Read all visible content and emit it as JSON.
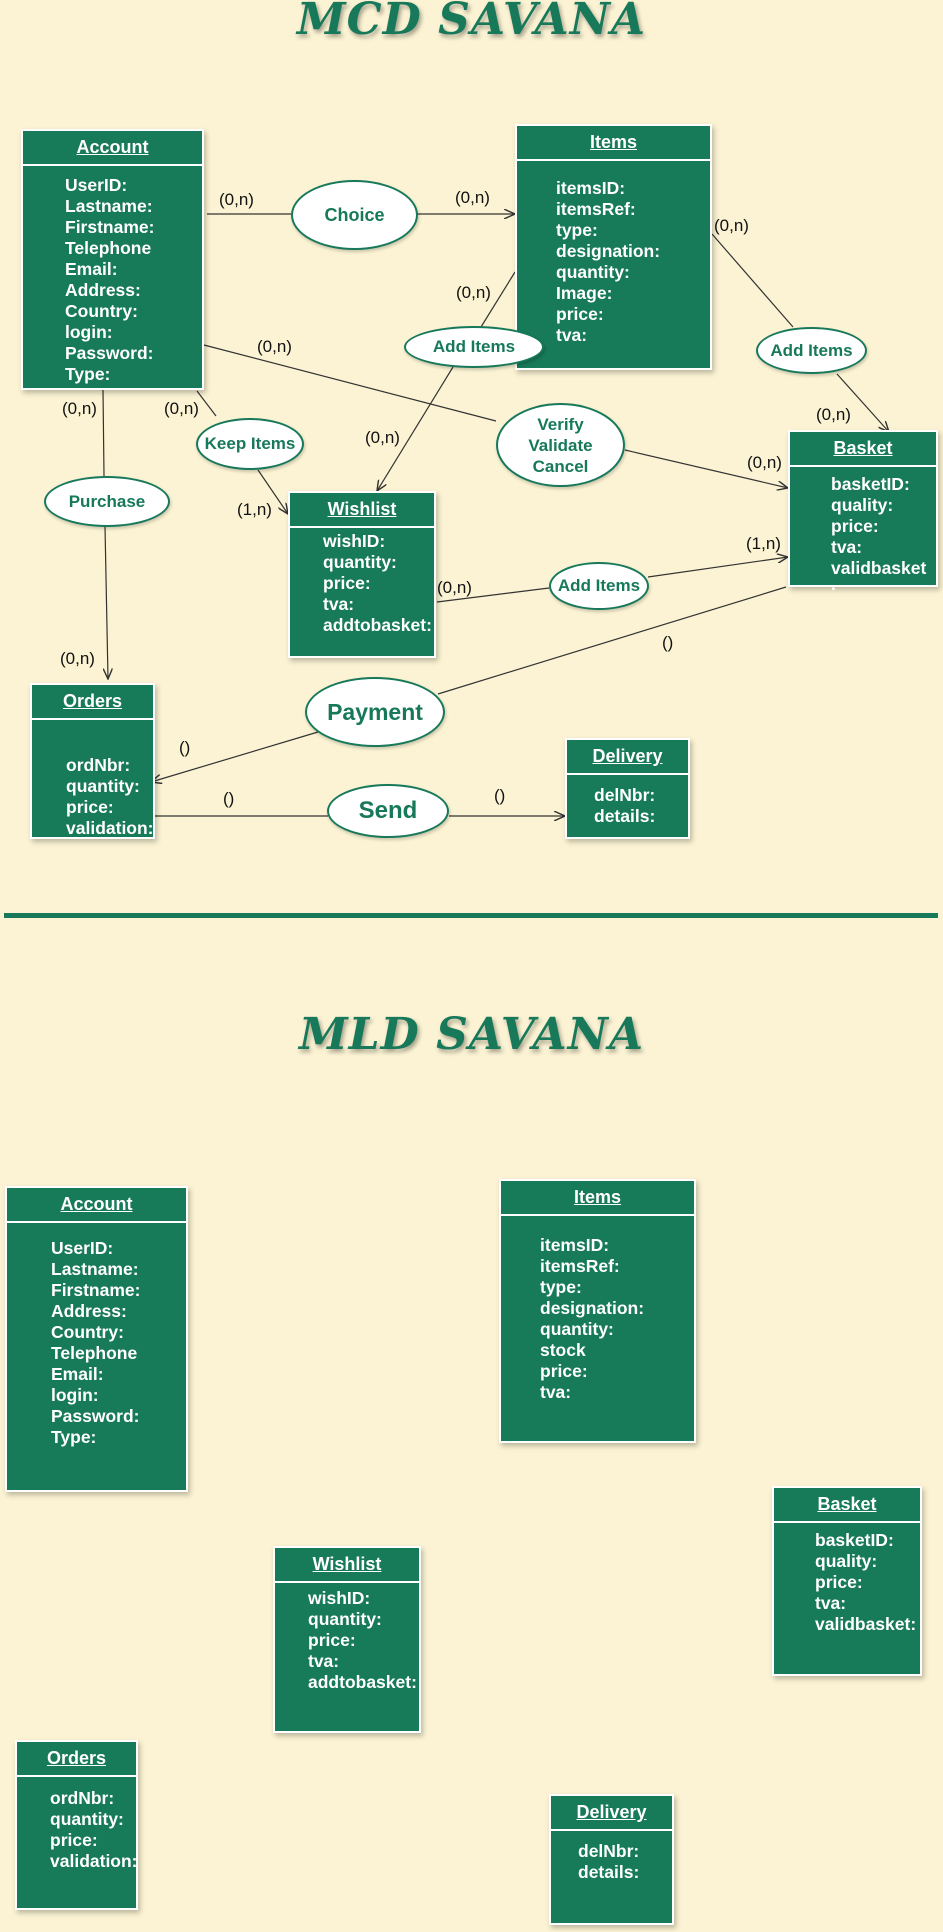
{
  "titles": {
    "mcd": "MCD SAVANA",
    "mld": "MLD SAVANA"
  },
  "mcd": {
    "account": {
      "title": "Account",
      "fields": [
        "UserID:",
        "Lastname:",
        "Firstname:",
        "Telephone",
        "Email:",
        "Address:",
        "Country:",
        "login:",
        "Password:",
        "Type:"
      ]
    },
    "items": {
      "title": "Items",
      "fields": [
        "itemsID:",
        "itemsRef:",
        "type:",
        "designation:",
        "quantity:",
        "Image:",
        "price:",
        "tva:"
      ]
    },
    "basket": {
      "title": "Basket",
      "fields": [
        "basketID:",
        "quality:",
        "price:",
        "tva:",
        "validbasket",
        "."
      ]
    },
    "wishlist": {
      "title": "Wishlist",
      "fields": [
        "wishID:",
        "quantity:",
        "price:",
        "tva:",
        "addtobasket:"
      ]
    },
    "orders": {
      "title": "Orders",
      "fields": [
        "ordNbr:",
        "quantity:",
        "price:",
        "validation:"
      ]
    },
    "delivery": {
      "title": "Delivery",
      "fields": [
        "delNbr:",
        "details:"
      ]
    },
    "relations": {
      "choice": "Choice",
      "add_items_1": "Add Items",
      "add_items_2": "Add Items",
      "add_items_3": "Add Items",
      "keep_items": "Keep Items",
      "purchase": "Purchase",
      "verify": [
        "Verify",
        "Validate",
        "Cancel"
      ],
      "payment": "Payment",
      "send": "Send"
    },
    "cardinalities": {
      "c1": "(0,n)",
      "c2": "(0,n)",
      "c3": "(0,n)",
      "c4": "(0,n)",
      "c5": "(0,n)",
      "c6": "(0,n)",
      "c7": "(0,n)",
      "c8": "(0,n)",
      "c9": "(1,n)",
      "c10": "(0,n)",
      "c11": "(0,n)",
      "c12": "(0,n)",
      "c13": "(1,n)",
      "c14": "()",
      "c15": "(0,n)",
      "c16": "()",
      "c17": "()",
      "c18": "()"
    }
  },
  "mld": {
    "account": {
      "title": "Account",
      "fields": [
        "UserID:",
        "Lastname:",
        "Firstname:",
        "Address:",
        "Country:",
        "Telephone",
        "Email:",
        "login:",
        "Password:",
        "Type:"
      ]
    },
    "items": {
      "title": "Items",
      "fields": [
        "itemsID:",
        "itemsRef:",
        "type:",
        "designation:",
        "quantity:",
        "stock",
        "price:",
        "tva:"
      ]
    },
    "basket": {
      "title": "Basket",
      "fields": [
        "basketID:",
        "quality:",
        "price:",
        "tva:",
        "validbasket:"
      ]
    },
    "wishlist": {
      "title": "Wishlist",
      "fields": [
        "wishID:",
        "quantity:",
        "price:",
        "tva:",
        "addtobasket:"
      ]
    },
    "orders": {
      "title": "Orders",
      "fields": [
        "ordNbr:",
        "quantity:",
        "price:",
        "validation:"
      ]
    },
    "delivery": {
      "title": "Delivery",
      "fields": [
        "delNbr:",
        "details:"
      ]
    }
  }
}
